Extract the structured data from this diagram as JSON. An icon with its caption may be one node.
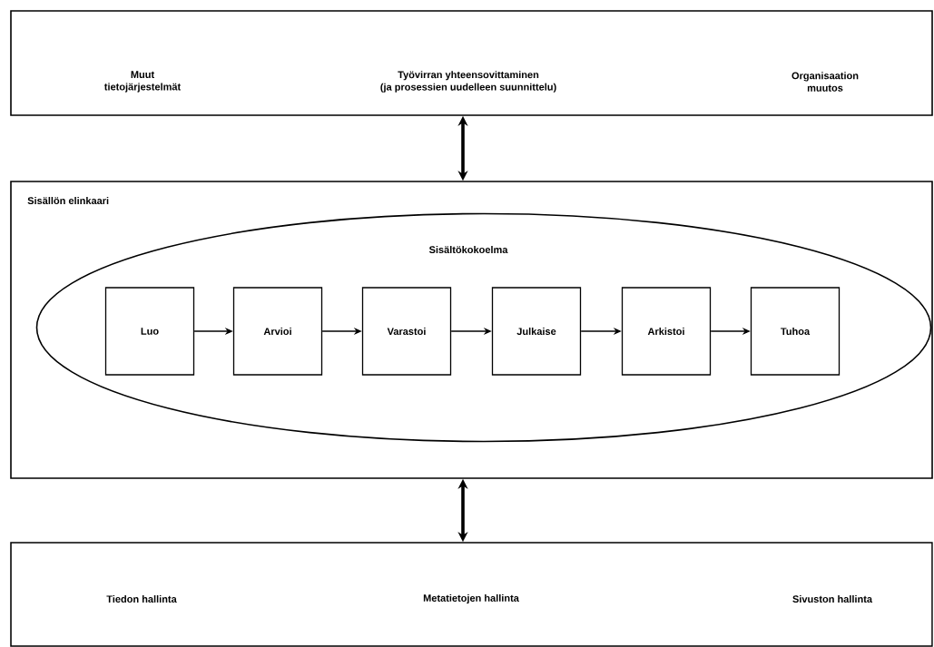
{
  "diagram": {
    "nodes": [
      {
        "text": [
          "Muut tietojärjestelmät",
          "Työvirran yhteensovittaminen (ja prosessien uudelleen suunnittelu)",
          "Organisaation muutos"
        ]
      },
      {
        "text": [
          "Sisällön elinkaari"
        ]
      },
      {
        "text": [
          "Sisältökokoelma"
        ],
        "in": 1
      },
      {
        "text": [
          "Luo"
        ],
        "in": 2
      },
      {
        "text": [
          "Arvioi"
        ],
        "in": 2
      },
      {
        "text": [
          "Varastoi"
        ],
        "in": 2
      },
      {
        "text": [
          "Julkaise"
        ],
        "in": 2
      },
      {
        "text": [
          "Arkistoi"
        ],
        "in": 2
      },
      {
        "text": [
          "Tuhoa"
        ],
        "in": 2
      },
      {
        "text": [
          "Tiedon hallinta",
          "Metatietojen hallinta",
          "Sivuston hallinta"
        ]
      }
    ],
    "edges": [
      {
        "from": 0,
        "to": 1,
        "arrow": "both",
        "style": "thick"
      },
      {
        "from": 3,
        "to": 4,
        "arrow": "to"
      },
      {
        "from": 4,
        "to": 5,
        "arrow": "to"
      },
      {
        "from": 5,
        "to": 6,
        "arrow": "to"
      },
      {
        "from": 6,
        "to": 7,
        "arrow": "to"
      },
      {
        "from": 7,
        "to": 8,
        "arrow": "to"
      },
      {
        "from": 1,
        "to": 9,
        "arrow": "both",
        "style": "thick"
      }
    ]
  }
}
